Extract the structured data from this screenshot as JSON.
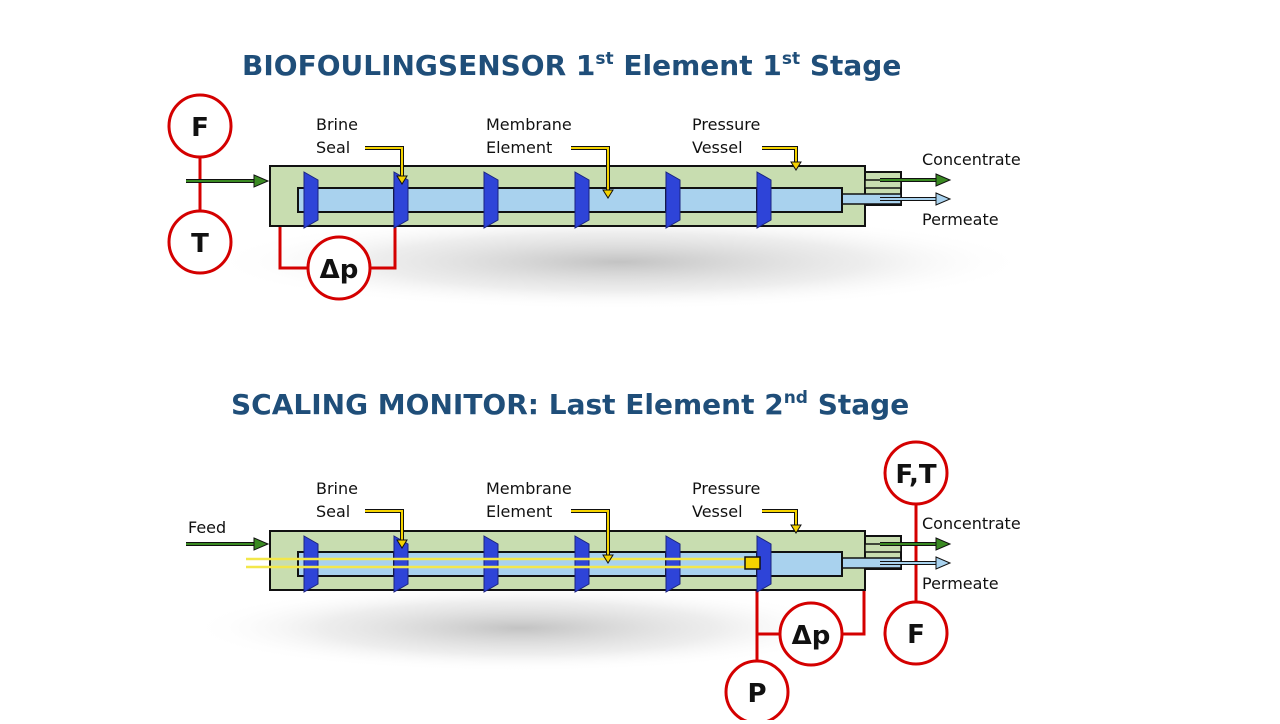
{
  "colors": {
    "title": "#1f4e79",
    "vessel": "#c8ddb0",
    "membrane": "#a9d2ee",
    "seal": "#2e44d8",
    "feed_arrow": "#3a8a22",
    "permeate_arrow": "#a9d2ee",
    "callout": "#f5d300",
    "instrument": "#d40000",
    "probe": "#f3e74a"
  },
  "diagrams": [
    {
      "id": "biofouling",
      "title_main": "BIOFOULINGSENSOR 1",
      "title_sup1": "st",
      "title_mid": " Element 1",
      "title_sup2": "st",
      "title_end": " Stage",
      "labels": {
        "brine_seal_1": "Brine",
        "brine_seal_2": "Seal",
        "membrane_1": "Membrane",
        "membrane_2": "Element",
        "pressure_1": "Pressure",
        "pressure_2": "Vessel",
        "concentrate": "Concentrate",
        "permeate": "Permeate"
      },
      "instruments": {
        "flow": "F",
        "temperature": "T",
        "dp": "Δp"
      }
    },
    {
      "id": "scaling",
      "title_main": "SCALING MONITOR: Last Element 2",
      "title_sup1": "nd",
      "title_end": " Stage",
      "labels": {
        "feed": "Feed",
        "brine_seal_1": "Brine",
        "brine_seal_2": "Seal",
        "membrane_1": "Membrane",
        "membrane_2": "Element",
        "pressure_1": "Pressure",
        "pressure_2": "Vessel",
        "concentrate": "Concentrate",
        "permeate": "Permeate"
      },
      "instruments": {
        "flow_temp": "F,T",
        "dp": "Δp",
        "flow": "F",
        "pressure": "P"
      }
    }
  ]
}
